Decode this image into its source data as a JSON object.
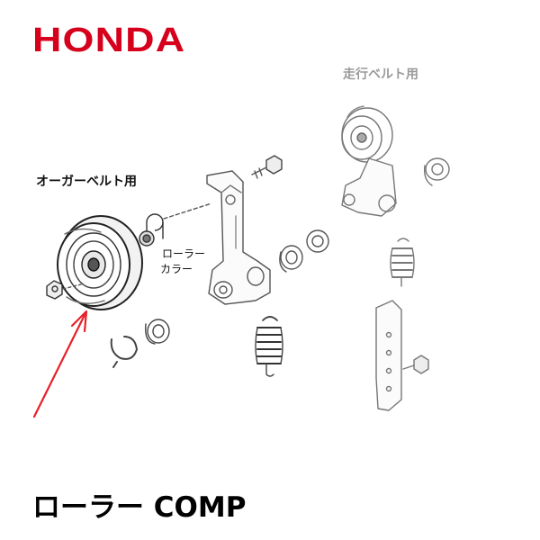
{
  "brand": {
    "logo_text": "HONDA",
    "color": "#d6001c"
  },
  "labels": {
    "auger_belt": "オーガーベルト用",
    "drive_belt": "走行ベルト用",
    "roller_line1": "ローラー",
    "roller_line2": "カラー"
  },
  "product_title": "ローラー COMP",
  "arrow_color": "#e8202a",
  "icons": [
    "pulley-roller-icon",
    "collar-icon",
    "spring-icon",
    "bracket-icon",
    "bolt-icon"
  ]
}
